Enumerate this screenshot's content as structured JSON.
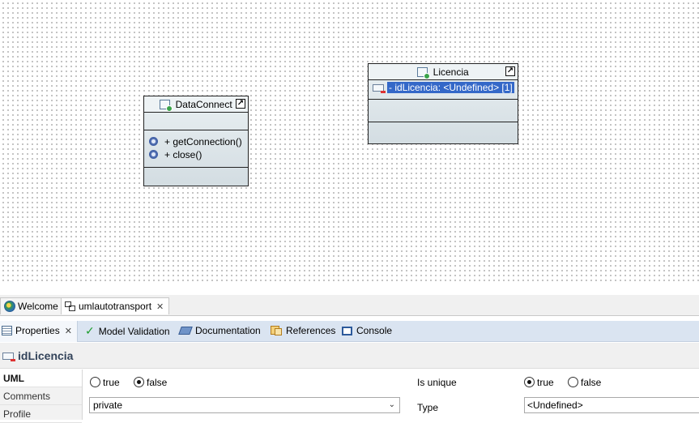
{
  "diagram": {
    "classes": [
      {
        "name": "DataConnect",
        "attributes": [],
        "operations": [
          "+ getConnection()",
          "+ close()"
        ]
      },
      {
        "name": "Licencia",
        "attributes": [
          "- idLicencia: <Undefined> [1]"
        ],
        "operations": []
      }
    ]
  },
  "editor_tabs": [
    {
      "label": "Welcome"
    },
    {
      "label": "umlautotransport"
    }
  ],
  "view_tabs": [
    {
      "label": "Properties"
    },
    {
      "label": "Model Validation"
    },
    {
      "label": "Documentation"
    },
    {
      "label": "References"
    },
    {
      "label": "Console"
    }
  ],
  "properties": {
    "title": "idLicencia",
    "side_tabs": [
      "UML",
      "Comments",
      "Profile"
    ],
    "radio_left": {
      "options": [
        "true",
        "false"
      ],
      "selected": "false"
    },
    "visibility_value": "private",
    "is_unique_label": "Is unique",
    "radio_unique": {
      "options": [
        "true",
        "false"
      ],
      "selected": "true"
    },
    "type_label": "Type",
    "type_value": "<Undefined>"
  }
}
